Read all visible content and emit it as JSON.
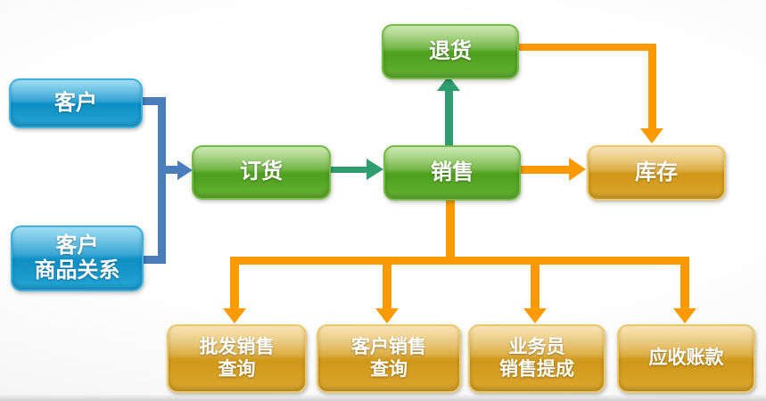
{
  "diagram": {
    "title": "sales-flow-diagram",
    "nodes": {
      "customer": {
        "label": "客户",
        "shape_color": "blue"
      },
      "customer_product_relation": {
        "label": "客户\n商品关系",
        "shape_color": "blue"
      },
      "ordering": {
        "label": "订货",
        "shape_color": "green"
      },
      "sales": {
        "label": "销售",
        "shape_color": "green"
      },
      "returns": {
        "label": "退货",
        "shape_color": "green"
      },
      "inventory": {
        "label": "库存",
        "shape_color": "gold"
      },
      "wholesale_sales_query": {
        "label": "批发销售\n查询",
        "shape_color": "gold"
      },
      "customer_sales_query": {
        "label": "客户销售\n查询",
        "shape_color": "gold"
      },
      "salesman_commission": {
        "label": "业务员\n销售提成",
        "shape_color": "gold"
      },
      "accounts_receivable": {
        "label": "应收账款",
        "shape_color": "gold"
      }
    },
    "edges": [
      {
        "from": "customer",
        "to": "ordering",
        "color": "#4a7ebb"
      },
      {
        "from": "customer_product_relation",
        "to": "ordering",
        "color": "#4a7ebb"
      },
      {
        "from": "ordering",
        "to": "sales",
        "color": "#2f9d6f"
      },
      {
        "from": "sales",
        "to": "returns",
        "color": "#2f9d6f"
      },
      {
        "from": "returns",
        "to": "inventory",
        "color": "#fc9a00"
      },
      {
        "from": "sales",
        "to": "inventory",
        "color": "#fc9a00"
      },
      {
        "from": "sales",
        "to": "wholesale_sales_query",
        "color": "#fc9a00"
      },
      {
        "from": "sales",
        "to": "customer_sales_query",
        "color": "#fc9a00"
      },
      {
        "from": "sales",
        "to": "salesman_commission",
        "color": "#fc9a00"
      },
      {
        "from": "sales",
        "to": "accounts_receivable",
        "color": "#fc9a00"
      }
    ],
    "colors": {
      "blue_node": "#1897cb",
      "green_node": "#5fae30",
      "gold_node": "#d7a229",
      "blue_arrow": "#4a7ebb",
      "teal_arrow": "#2f9d6f",
      "orange_arrow": "#fc9a00",
      "node_text": "#ffffff"
    }
  }
}
